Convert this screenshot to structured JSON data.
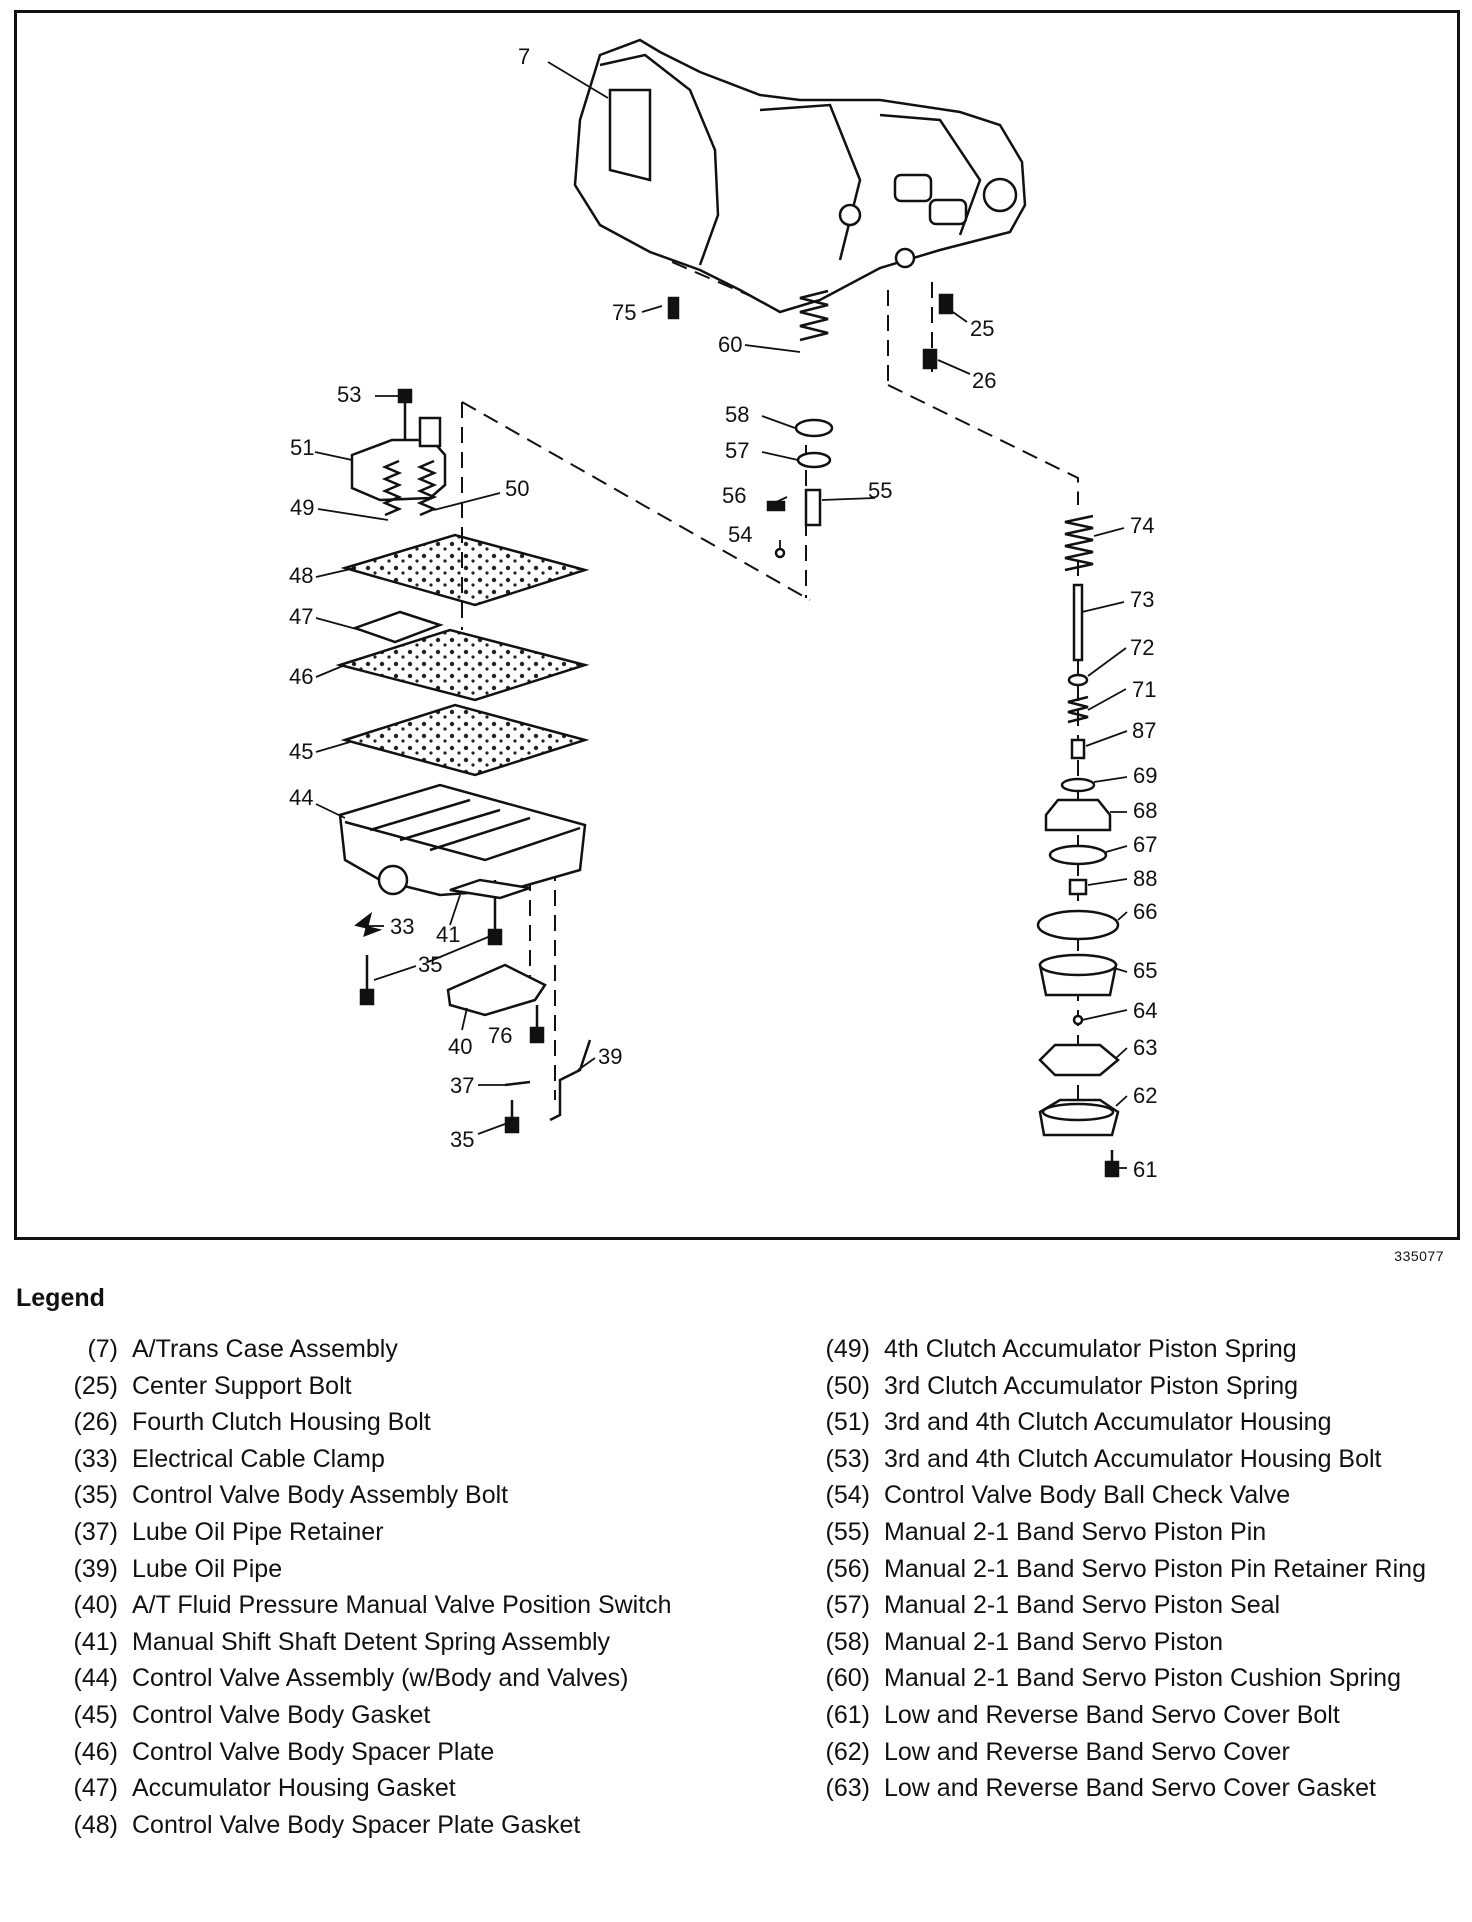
{
  "figure": {
    "id": "335077",
    "callouts": [
      {
        "key": "c7",
        "text": "7"
      },
      {
        "key": "c75",
        "text": "75"
      },
      {
        "key": "c60",
        "text": "60"
      },
      {
        "key": "c25",
        "text": "25"
      },
      {
        "key": "c26",
        "text": "26"
      },
      {
        "key": "c53",
        "text": "53"
      },
      {
        "key": "c51",
        "text": "51"
      },
      {
        "key": "c49",
        "text": "49"
      },
      {
        "key": "c50",
        "text": "50"
      },
      {
        "key": "c48",
        "text": "48"
      },
      {
        "key": "c47",
        "text": "47"
      },
      {
        "key": "c46",
        "text": "46"
      },
      {
        "key": "c45",
        "text": "45"
      },
      {
        "key": "c44",
        "text": "44"
      },
      {
        "key": "c33",
        "text": "33"
      },
      {
        "key": "c41",
        "text": "41"
      },
      {
        "key": "c35a",
        "text": "35"
      },
      {
        "key": "c40",
        "text": "40"
      },
      {
        "key": "c76",
        "text": "76"
      },
      {
        "key": "c39",
        "text": "39"
      },
      {
        "key": "c37",
        "text": "37"
      },
      {
        "key": "c35b",
        "text": "35"
      },
      {
        "key": "c58",
        "text": "58"
      },
      {
        "key": "c57",
        "text": "57"
      },
      {
        "key": "c56",
        "text": "56"
      },
      {
        "key": "c55",
        "text": "55"
      },
      {
        "key": "c54",
        "text": "54"
      },
      {
        "key": "c74",
        "text": "74"
      },
      {
        "key": "c73",
        "text": "73"
      },
      {
        "key": "c72",
        "text": "72"
      },
      {
        "key": "c71",
        "text": "71"
      },
      {
        "key": "c87",
        "text": "87"
      },
      {
        "key": "c69",
        "text": "69"
      },
      {
        "key": "c68",
        "text": "68"
      },
      {
        "key": "c67",
        "text": "67"
      },
      {
        "key": "c88",
        "text": "88"
      },
      {
        "key": "c66",
        "text": "66"
      },
      {
        "key": "c65",
        "text": "65"
      },
      {
        "key": "c64",
        "text": "64"
      },
      {
        "key": "c63",
        "text": "63"
      },
      {
        "key": "c62",
        "text": "62"
      },
      {
        "key": "c61",
        "text": "61"
      }
    ]
  },
  "legend": {
    "title": "Legend",
    "left": [
      {
        "num": "(7)",
        "desc": "A/Trans Case Assembly"
      },
      {
        "num": "(25)",
        "desc": "Center Support Bolt"
      },
      {
        "num": "(26)",
        "desc": "Fourth Clutch Housing Bolt"
      },
      {
        "num": "(33)",
        "desc": "Electrical Cable Clamp"
      },
      {
        "num": "(35)",
        "desc": "Control Valve Body Assembly Bolt"
      },
      {
        "num": "(37)",
        "desc": "Lube Oil Pipe Retainer"
      },
      {
        "num": "(39)",
        "desc": "Lube Oil Pipe"
      },
      {
        "num": "(40)",
        "desc": "A/T Fluid Pressure Manual Valve Position Switch"
      },
      {
        "num": "(41)",
        "desc": "Manual Shift Shaft Detent Spring Assembly"
      },
      {
        "num": "(44)",
        "desc": "Control Valve Assembly (w/Body and Valves)"
      },
      {
        "num": "(45)",
        "desc": "Control Valve Body Gasket"
      },
      {
        "num": "(46)",
        "desc": "Control Valve Body Spacer Plate"
      },
      {
        "num": "(47)",
        "desc": "Accumulator Housing Gasket"
      },
      {
        "num": "(48)",
        "desc": "Control Valve Body Spacer Plate Gasket"
      }
    ],
    "right": [
      {
        "num": "(49)",
        "desc": "4th Clutch Accumulator Piston Spring"
      },
      {
        "num": "(50)",
        "desc": "3rd Clutch Accumulator Piston Spring"
      },
      {
        "num": "(51)",
        "desc": "3rd and 4th Clutch Accumulator Housing"
      },
      {
        "num": "(53)",
        "desc": "3rd and 4th Clutch Accumulator Housing Bolt"
      },
      {
        "num": "(54)",
        "desc": "Control Valve Body Ball Check Valve"
      },
      {
        "num": "(55)",
        "desc": "Manual 2-1 Band Servo Piston Pin"
      },
      {
        "num": "(56)",
        "desc": "Manual 2-1 Band Servo Piston Pin Retainer Ring"
      },
      {
        "num": "(57)",
        "desc": "Manual 2-1 Band Servo Piston Seal"
      },
      {
        "num": "(58)",
        "desc": "Manual 2-1 Band Servo Piston"
      },
      {
        "num": "(60)",
        "desc": "Manual 2-1 Band Servo Piston Cushion Spring"
      },
      {
        "num": "(61)",
        "desc": "Low and Reverse Band Servo Cover Bolt"
      },
      {
        "num": "(62)",
        "desc": "Low and Reverse Band Servo Cover"
      },
      {
        "num": "(63)",
        "desc": "Low and Reverse Band Servo Cover Gasket"
      }
    ]
  }
}
